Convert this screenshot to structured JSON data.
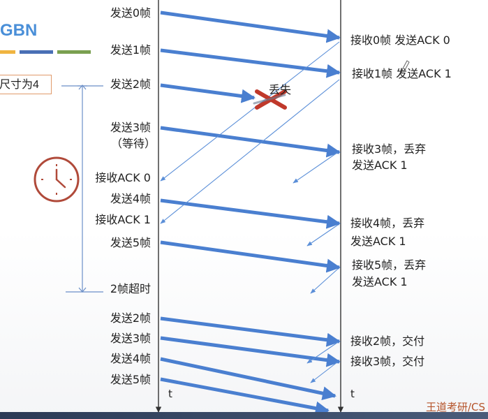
{
  "title": "GBN",
  "window_text": "尺寸为4",
  "lost_label": "丢失",
  "brand": "王道考研/CS",
  "time_label": "t",
  "sender_labels": [
    "发送0帧",
    "发送1帧",
    "发送2帧",
    "发送3帧",
    "（等待）",
    "接收ACK 0",
    "发送4帧",
    "接收ACK 1",
    "发送5帧",
    "2帧超时",
    "发送2帧",
    "发送3帧",
    "发送4帧",
    "发送5帧"
  ],
  "receiver_labels": [
    "接收0帧 发送ACK 0",
    "接收1帧 发送ACK 1",
    "接收3帧，丢弃",
    "发送ACK 1",
    "接收4帧，丢弃",
    "发送ACK 1",
    "接收5帧，丢弃",
    "发送ACK 1",
    "接收2帧，交付",
    "接收3帧，交付"
  ],
  "colors": {
    "title": "#4a8fd8",
    "frame_arrow": "#4a7fd0",
    "ack_arrow": "#5b8fd8",
    "lost_x": "#c0392b",
    "clock": "#b04a3a",
    "bar_orange": "#f0b440",
    "bar_blue": "#4a6fb5",
    "bar_green": "#7aa050",
    "brand": "#b5542b"
  },
  "icons": [
    "clock-icon",
    "lost-x-icon",
    "edit-pencil-icon"
  ]
}
